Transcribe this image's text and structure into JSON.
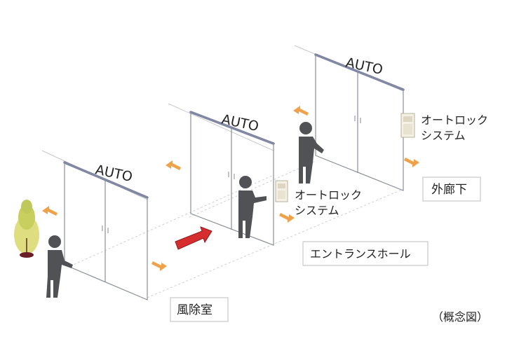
{
  "doors": [
    {
      "id": "door1",
      "label": "AUTO"
    },
    {
      "id": "door2",
      "label": "AUTO"
    },
    {
      "id": "door3",
      "label": "AUTO"
    }
  ],
  "autolock": [
    {
      "id": "autolock1",
      "line1": "オートロック",
      "line2": "システム"
    },
    {
      "id": "autolock2",
      "line1": "オートロック",
      "line2": "システム"
    }
  ],
  "areas": {
    "outer_corridor": "外廊下",
    "entrance_hall": "エントランスホール",
    "windbreak_room": "風除室"
  },
  "caption": "（概念図）",
  "colors": {
    "arrow_orange": "#f0a24a",
    "arrow_red": "#d62e2e",
    "person": "#505255",
    "rail": "#7a80a8",
    "plant": "#d8d86a"
  }
}
